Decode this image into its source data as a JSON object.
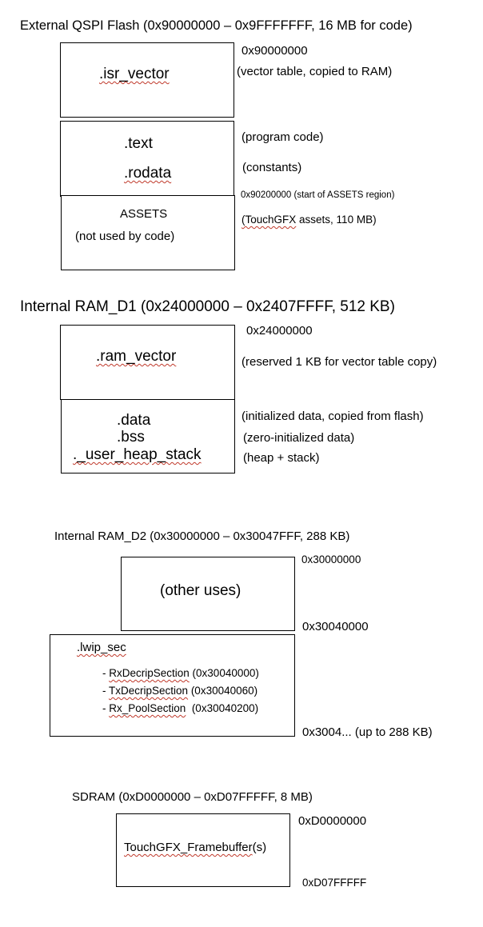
{
  "qspi": {
    "title": "External QSPI Flash (0x90000000 – 0x9FFFFFFF, 16 MB for code)",
    "isr_label": ".isr_vector",
    "addr_start": "0x90000000",
    "isr_note": "(vector table, copied to RAM)",
    "text_label": ".text",
    "text_note": "(program code)",
    "rodata_label": ".rodata",
    "rodata_note": "(constants)",
    "assets_addr": "0x90200000 (start of ASSETS region)",
    "assets_label": "ASSETS",
    "assets_sub": "(not used by code)",
    "assets_note_word": "(TouchGFX",
    "assets_note_rest": " assets, 110 MB)"
  },
  "ram_d1": {
    "title": "Internal RAM_D1 (0x24000000 – 0x2407FFFF, 512 KB)",
    "addr_start": "0x24000000",
    "ram_vector_label": ".ram_vector",
    "ram_vector_note": "(reserved 1 KB for vector table copy)",
    "data_label": ".data",
    "data_note": "(initialized data, copied from flash)",
    "bss_label": ".bss",
    "bss_note": "(zero-initialized data)",
    "heap_label": "._user_heap_stack",
    "heap_note": "(heap + stack)"
  },
  "ram_d2": {
    "title": "Internal RAM_D2 (0x30000000 – 0x30047FFF, 288 KB)",
    "addr_start": "0x30000000",
    "other_label": "(other uses)",
    "addr_lwip": "0x30040000",
    "lwip_label": ".lwip_sec",
    "items": [
      {
        "prefix": "- ",
        "name": "RxDecripSection",
        "addr": " (0x30040000)"
      },
      {
        "prefix": "- ",
        "name": "TxDecripSection",
        "addr": " (0x30040060)"
      },
      {
        "prefix": "- ",
        "name": "Rx_PoolSection",
        "addr": "  (0x30040200)"
      }
    ],
    "addr_end": "0x3004... (up to 288 KB)"
  },
  "sdram": {
    "title": "SDRAM (0xD0000000 – 0xD07FFFFF, 8 MB)",
    "addr_start": "0xD0000000",
    "fb_name": "TouchGFX_Framebuffer",
    "fb_suffix": "(s)",
    "addr_end": "0xD07FFFFF"
  }
}
